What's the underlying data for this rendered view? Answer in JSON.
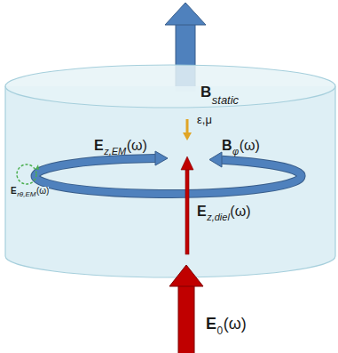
{
  "diagram": {
    "labels": [
      "B",
      "static",
      "ε,μ",
      "E",
      "z,EM",
      "(ω)",
      "B",
      "φ",
      "(ω)",
      "E",
      "rθ,EM",
      "(ω)",
      "E",
      "z,diel",
      "(ω)",
      "E",
      "0",
      "(ω)"
    ]
  }
}
